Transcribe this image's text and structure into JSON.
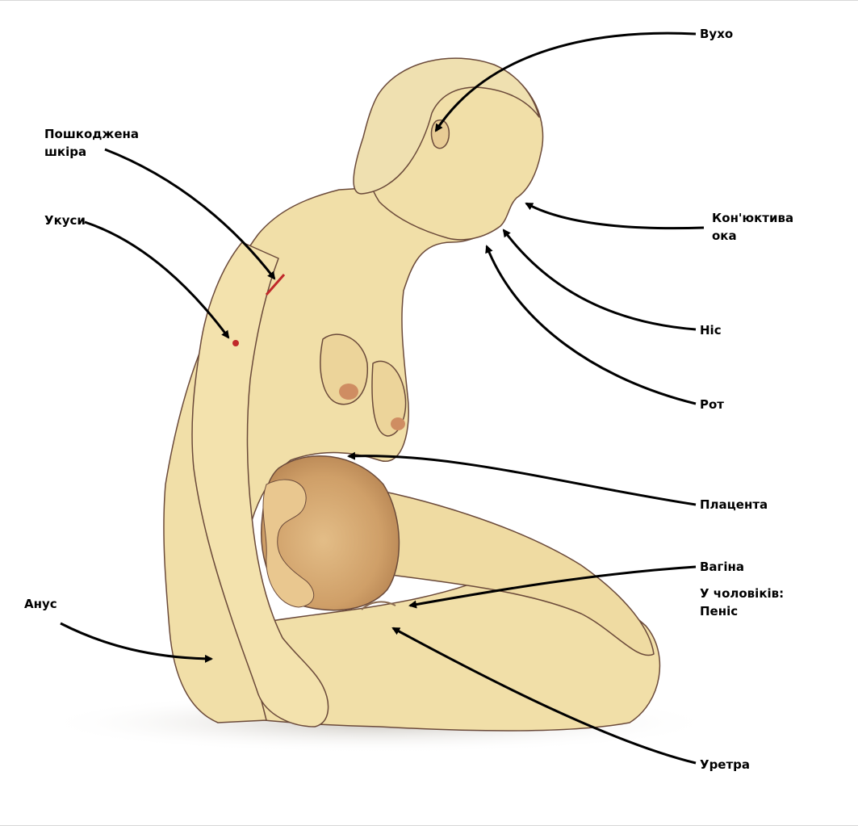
{
  "labels": {
    "ear": "Вухо",
    "damaged_skin_1": "Пошкоджена",
    "damaged_skin_2": "шкіра",
    "bites": "Укуси",
    "conjunctiva_1": "Кон'юктива",
    "conjunctiva_2": "ока",
    "nose": "Ніс",
    "mouth": "Рот",
    "placenta": "Плацента",
    "vagina": "Вагіна",
    "men_1": "У чоловіків:",
    "men_2": "Пеніс",
    "anus": "Анус",
    "urethra": "Уретра"
  },
  "colors": {
    "skin": "#f1dfa8",
    "skin_shade": "#d9b57e",
    "outline": "#6b4a3a",
    "arrow": "#000000",
    "wound": "#c0282a"
  }
}
